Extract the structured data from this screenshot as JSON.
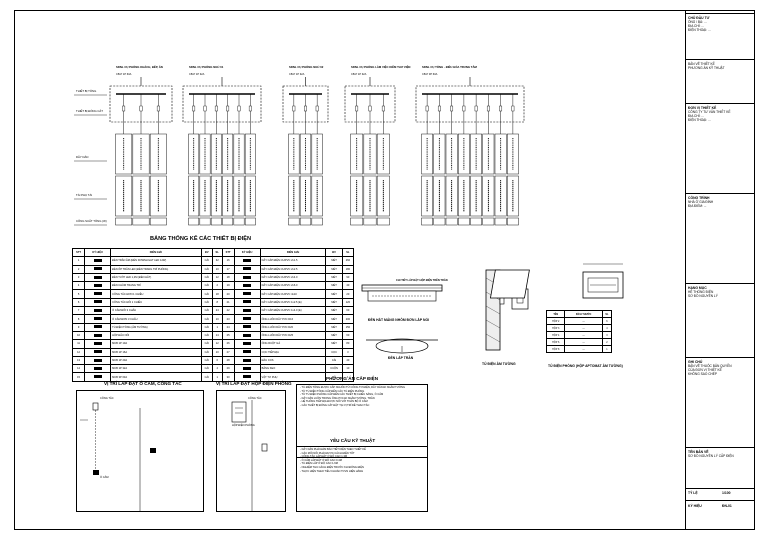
{
  "panels": [
    {
      "title": "SDNL CỤ PHÒNG KHÁCH, BẾP, ĂN",
      "breaker": "CB-P 1P 63A"
    },
    {
      "title": "SDNL CỤ PHÒNG NGỦ 01",
      "breaker": "CB-P 1P 32A"
    },
    {
      "title": "SDNL CỤ PHÒNG NGỦ 02",
      "breaker": "CB-P 1P 32A"
    },
    {
      "title": "SDNL CỤ PHÒNG LÀM VIỆC KIÊM THƯ VIỆN",
      "breaker": "CB-P 1P 32A"
    },
    {
      "title": "SDNL CỤ TỔNG - ĐIỀU HÒA TRUNG TÂM",
      "breaker": "CB-P 3P 63A"
    }
  ],
  "row_labels": [
    "THIẾT BỊ TỔNG",
    "THIẾT BỊ ĐÓNG CẮT",
    "DÂY DẪN",
    "TẢI PHỤ TẢI",
    "CÔNG SUẤT TỔNG (W)"
  ],
  "legend": {
    "title": "BẢNG THỐNG KÊ CÁC THIẾT BỊ ĐIỆN",
    "headers": [
      "STT",
      "KÝ HIỆU",
      "DIỄN GIẢI",
      "ĐV",
      "SL"
    ],
    "rows_left": [
      [
        "1",
        "ĐÈN TRẦN ÂM (ĐÈN DOWNLIGHT LED 12W)",
        "CÁI",
        "32"
      ],
      [
        "2",
        "ĐÈN ỐP TRẦN LED (ĐÈN TRANG TRÍ PHÒNG)",
        "CÁI",
        "10"
      ],
      [
        "3",
        "ĐÈN TUÝP LED 1,2M (ĐÈN HẮT)",
        "CÁI",
        "12"
      ],
      [
        "4",
        "ĐÈN CHÙM TRANG TRÍ",
        "CÁI",
        "2"
      ],
      [
        "5",
        "CÔNG TẮC ĐƠN 1 CHIỀU",
        "CÁI",
        "18"
      ],
      [
        "6",
        "CÔNG TẮC ĐÔI 1 CHIỀU",
        "CÁI",
        "8"
      ],
      [
        "7",
        "Ổ CẮM ĐÔI 3 CHẤU",
        "CÁI",
        "24"
      ],
      [
        "8",
        "Ổ CẮM ĐƠN 3 CHẤU",
        "CÁI",
        "10"
      ],
      [
        "9",
        "TỦ ĐIỆN TỔNG (ÂM TƯỜNG)",
        "CÁI",
        "1"
      ],
      [
        "10",
        "HỘP ĐẤU NỐI",
        "CÁI",
        "14"
      ],
      [
        "11",
        "MCB 1P 10A",
        "CÁI",
        "12"
      ],
      [
        "12",
        "MCB 1P 16A",
        "CÁI",
        "10"
      ],
      [
        "13",
        "MCB 1P 20A",
        "CÁI",
        "6"
      ],
      [
        "14",
        "MCB 1P 32A",
        "CÁI",
        "4"
      ],
      [
        "15",
        "MCB 3P 63A",
        "CÁI",
        "1"
      ]
    ],
    "rows_right": [
      [
        "16",
        "DÂY CÁP ĐIỆN CU/PVC 2x1.5",
        "MÉT",
        "260"
      ],
      [
        "17",
        "DÂY CÁP ĐIỆN CU/PVC 2x2.5",
        "MÉT",
        "180"
      ],
      [
        "18",
        "DÂY CÁP ĐIỆN CU/PVC 2x4.0",
        "MÉT",
        "90"
      ],
      [
        "19",
        "DÂY CÁP ĐIỆN CU/PVC 2x6.0",
        "MÉT",
        "40"
      ],
      [
        "20",
        "DÂY CÁP ĐIỆN CU/PVC 4x10",
        "MÉT",
        "20"
      ],
      [
        "21",
        "DÂY CÁP ĐIỆN CU/PVC 1x2.5 (E)",
        "MÉT",
        "120"
      ],
      [
        "22",
        "DÂY CÁP ĐIỆN CU/PVC 1x4.0 (E)",
        "MÉT",
        "60"
      ],
      [
        "23",
        "ỐNG LUỒN DÂY PVC D16",
        "MÉT",
        "200"
      ],
      [
        "24",
        "ỐNG LUỒN DÂY PVC D20",
        "MÉT",
        "150"
      ],
      [
        "25",
        "ỐNG LUỒN DÂY PVC D25",
        "MÉT",
        "60"
      ],
      [
        "26",
        "ỐNG RUỘT GÀ",
        "MÉT",
        "80"
      ],
      [
        "27",
        "CỌC TIẾP ĐỊA",
        "CỌC",
        "3"
      ],
      [
        "28",
        "ĐẦU COS",
        "CÁI",
        "40"
      ],
      [
        "29",
        "BĂNG KEO",
        "CUỘN",
        "10"
      ],
      [
        "30",
        "VẬT TƯ PHỤ",
        "BỘ",
        "1"
      ]
    ]
  },
  "details": {
    "ceiling_box": "CHI TIẾT LẮP ĐẶT HỘP ĐIỆN TRÊN TRẦN",
    "ceiling_light_a": "ĐÈN HẮT MÁNG NHÔM ĐƠN LẮP NỔI",
    "ceiling_light_b": "ĐÈN LẮP TRẦN",
    "wall_switch": "TỦ ĐIỆN ÂM TƯỜNG",
    "panel_detail": "TỦ ĐIỆN PHÒNG (HỘP APTOMAT ÂM TƯỜNG)",
    "mini_headers": [
      "TÊN",
      "KÍCH THƯỚC",
      "SL"
    ],
    "mini_rows": [
      [
        "HỘP 2",
        "—",
        "6"
      ],
      [
        "HỘP 3",
        "—",
        "4"
      ],
      [
        "HỘP 4",
        "—",
        "3"
      ],
      [
        "HỘP 6",
        "—",
        "2"
      ],
      [
        "HỘP 8",
        "—",
        "1"
      ]
    ]
  },
  "positions": {
    "switch_title": "VỊ TRÍ LẮP ĐẶT Ổ CẮM, CÔNG TẮC",
    "panel_title": "VỊ TRÍ LẮP ĐẶT HỘP ĐIỆN PHÒNG",
    "labels": [
      "CÔNG TẮC",
      "Ổ CẮM",
      "CÔNG TẮC",
      "HỘP ĐIỆN PHÒNG"
    ]
  },
  "notes": {
    "title": "PHƯƠNG ÁN CẤP ĐIỆN",
    "lines": [
      "- TỦ ĐIỆN TỔNG ĐƯỢC CẤP NGUỒN TỪ CÔNG TƠ ĐIỆN, DÂY DẪN ĐI NGẦM TƯỜNG",
      "- TỪ TỦ ĐIỆN TỔNG CẤP ĐẾN CÁC TỦ ĐIỆN PHÒNG",
      "- TỪ TỦ ĐIỆN PHÒNG CẤP ĐẾN CÁC THIẾT BỊ CHIẾU SÁNG, Ổ CẮM",
      "- DÂY DẪN LUỒN TRONG ỐNG PVC ĐI NGẦM TƯỜNG, TRẦN",
      "- HỆ THỐNG TIẾP ĐỊA ĐƯỢC NỐI VỚI TOÀN BỘ Ổ CẮM",
      "- CÁC THIẾT BỊ ĐÓNG CẮT ĐẶT TẠI VỊ TRÍ DỄ THAO TÁC"
    ]
  },
  "requirements": {
    "title": "YÊU CẦU KỸ THUẬT",
    "lines": [
      "- DÂY DẪN PHẢI ĐẢM BẢO TIẾT DIỆN THEO THIẾT KẾ",
      "- CÁC MỐI NỐI PHẢI ĐƯỢC CÁCH ĐIỆN TỐT",
      "- CÔNG TẮC LẮP ĐẶT Ở ĐỘ CAO 1.3M",
      "- Ổ CẮM LẮP ĐẶT Ở ĐỘ CAO 0.4M",
      "- TỦ ĐIỆN LẮP Ở ĐỘ CAO 1.6M",
      "- NGHIỆM THU CÁCH ĐIỆN TRƯỚC KHI ĐÓNG ĐIỆN",
      "- THỰC HIỆN THEO TIÊU CHUẨN TCVN HIỆN HÀNH"
    ]
  },
  "titleblock": {
    "sections": [
      {
        "head": "CHỦ ĐẦU TƯ",
        "lines": [
          "ÔNG / BÀ: ...",
          "ĐỊA CHỈ: ...",
          "ĐIỆN THOẠI: ..."
        ]
      },
      {
        "head": "",
        "lines": [
          "BẢN VẼ THIẾT KẾ",
          "PHƯƠNG ÁN KỸ THUẬT"
        ]
      },
      {
        "head": "ĐƠN VỊ THIẾT KẾ",
        "lines": [
          "CÔNG TY TƯ VẤN THIẾT KẾ",
          "ĐỊA CHỈ: ...",
          "ĐIỆN THOẠI: ..."
        ]
      },
      {
        "head": "CÔNG TRÌNH",
        "lines": [
          "NHÀ Ở GIA ĐÌNH",
          "ĐỊA ĐIỂM: ..."
        ]
      },
      {
        "head": "HẠNG MỤC",
        "lines": [
          "HỆ THỐNG ĐIỆN",
          "SƠ ĐỒ NGUYÊN LÝ"
        ]
      },
      {
        "head": "GHI CHÚ",
        "lines": [
          "BẢN VẼ THUỘC BẢN QUYỀN",
          "CỦA ĐƠN VỊ THIẾT KẾ",
          "KHÔNG SAO CHÉP"
        ]
      },
      {
        "head": "TÊN BẢN VẼ",
        "lines": [
          "SƠ ĐỒ NGUYÊN LÝ CẤP ĐIỆN"
        ]
      }
    ],
    "drawing_no_label": "KÝ HIỆU",
    "drawing_no": "ĐN-01",
    "scale_label": "TỶ LỆ",
    "scale": "1/100"
  }
}
